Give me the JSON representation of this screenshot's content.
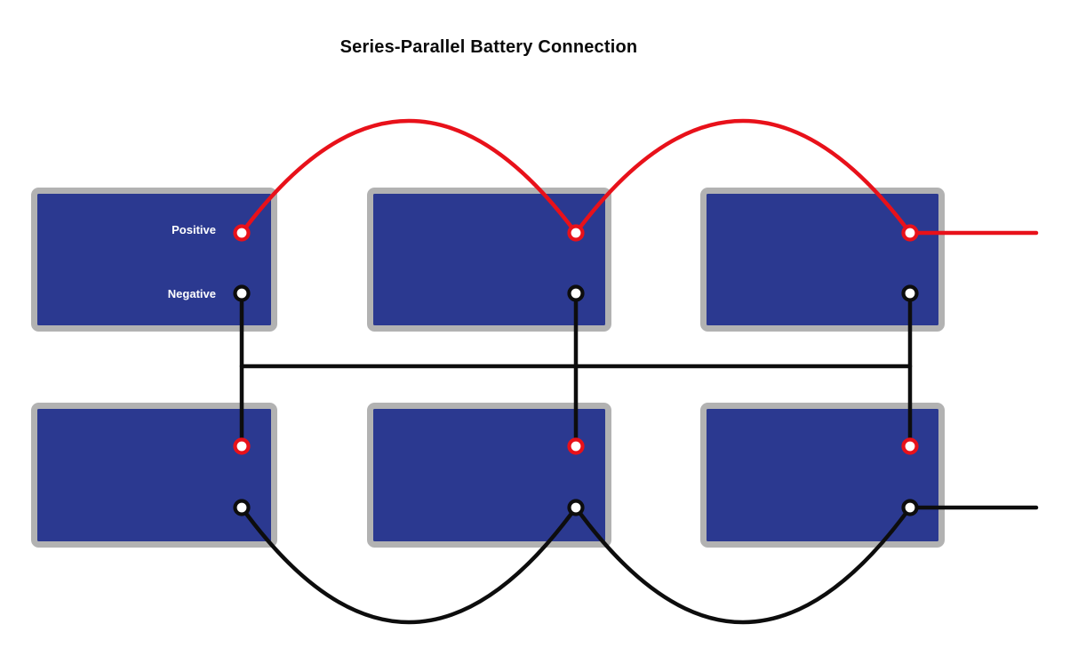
{
  "title": "Series-Parallel Battery Connection",
  "colors": {
    "background": "#ffffff",
    "battery_fill": "#2b3990",
    "battery_border": "#b2b2b2",
    "positive_wire": "#e8111a",
    "negative_wire": "#0d0d0d",
    "terminal_fill": "#ffffff",
    "label_text": "#ffffff",
    "title_text": "#0a0a0a"
  },
  "diagram": {
    "type": "series-parallel battery wiring diagram",
    "rows": 2,
    "columns": 3,
    "battery_count": 6,
    "labels": {
      "positive": "Positive",
      "negative": "Negative"
    },
    "batteries": [
      {
        "id": "battery-1",
        "row": 1,
        "column": 1,
        "terminals": [
          "positive",
          "negative"
        ],
        "labeled": true
      },
      {
        "id": "battery-2",
        "row": 1,
        "column": 2,
        "terminals": [
          "positive",
          "negative"
        ],
        "labeled": false
      },
      {
        "id": "battery-3",
        "row": 1,
        "column": 3,
        "terminals": [
          "positive",
          "negative"
        ],
        "labeled": false
      },
      {
        "id": "battery-4",
        "row": 2,
        "column": 1,
        "terminals": [
          "positive",
          "negative"
        ],
        "labeled": false
      },
      {
        "id": "battery-5",
        "row": 2,
        "column": 2,
        "terminals": [
          "positive",
          "negative"
        ],
        "labeled": false
      },
      {
        "id": "battery-6",
        "row": 2,
        "column": 3,
        "terminals": [
          "positive",
          "negative"
        ],
        "labeled": false
      }
    ],
    "connections": [
      {
        "from": "battery-1 positive",
        "to": "battery-2 positive",
        "wire": "red",
        "shape": "arc-over-top"
      },
      {
        "from": "battery-2 positive",
        "to": "battery-3 positive",
        "wire": "red",
        "shape": "arc-over-top"
      },
      {
        "from": "battery-3 positive",
        "to": "external lead (right edge)",
        "wire": "red",
        "shape": "horizontal"
      },
      {
        "from": "battery-1 negative",
        "to": "battery-4 positive",
        "wire": "black",
        "shape": "vertical"
      },
      {
        "from": "battery-2 negative",
        "to": "battery-5 positive",
        "wire": "black",
        "shape": "vertical"
      },
      {
        "from": "battery-3 negative",
        "to": "battery-6 positive",
        "wire": "black",
        "shape": "vertical"
      },
      {
        "from": "column-1 vertical link",
        "to": "column-3 vertical link",
        "wire": "black",
        "shape": "horizontal-bus-between-rows"
      },
      {
        "from": "battery-4 negative",
        "to": "battery-5 negative",
        "wire": "black",
        "shape": "arc-under-bottom"
      },
      {
        "from": "battery-5 negative",
        "to": "battery-6 negative",
        "wire": "black",
        "shape": "arc-under-bottom"
      },
      {
        "from": "battery-6 negative",
        "to": "external lead (right edge)",
        "wire": "black",
        "shape": "horizontal"
      }
    ]
  }
}
